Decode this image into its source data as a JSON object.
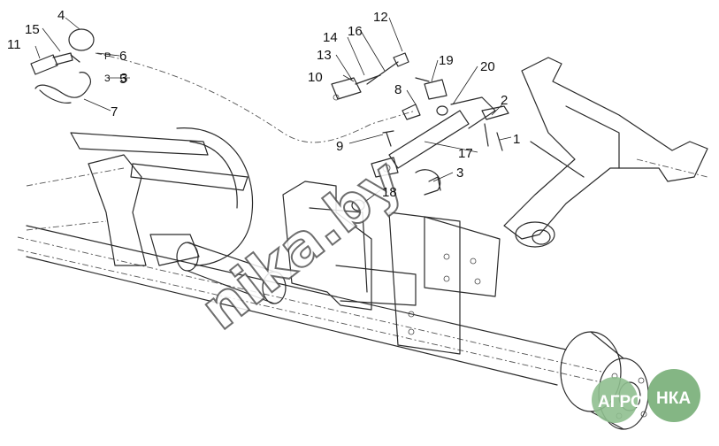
{
  "diagram": {
    "callouts": [
      "1",
      "2",
      "3",
      "3",
      "4",
      "5",
      "6",
      "7",
      "8",
      "9",
      "10",
      "11",
      "12",
      "13",
      "14",
      "15",
      "16",
      "17",
      "18",
      "19",
      "20"
    ],
    "small_marks": [
      "Р",
      "З"
    ],
    "watermark": "nika.by",
    "logo": "АГРОНКА"
  }
}
